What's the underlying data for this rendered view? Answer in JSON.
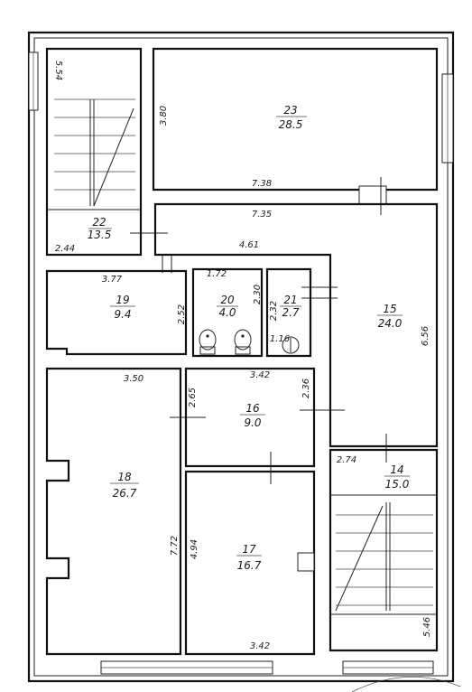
{
  "rooms": [
    {
      "id": "22",
      "area": "13.5"
    },
    {
      "id": "23",
      "area": "28.5"
    },
    {
      "id": "19",
      "area": "9.4"
    },
    {
      "id": "20",
      "area": "4.0"
    },
    {
      "id": "21",
      "area": "2.7"
    },
    {
      "id": "15",
      "area": "24.0"
    },
    {
      "id": "16",
      "area": "9.0"
    },
    {
      "id": "18",
      "area": "26.7"
    },
    {
      "id": "17",
      "area": "16.7"
    },
    {
      "id": "14",
      "area": "15.0"
    }
  ],
  "dimensions": {
    "d_5_54_top": "5.54",
    "d_3_80": "3.80",
    "d_7_38": "7.38",
    "d_7_35": "7.35",
    "d_2_44": "2.44",
    "d_4_61": "4.61",
    "d_3_77": "3.77",
    "d_1_72": "1.72",
    "d_2_30": "2.30",
    "d_2_32": "2.32",
    "d_2_52": "2.52",
    "d_1_16": "1.16",
    "d_6_56": "6.56",
    "d_3_50": "3.50",
    "d_3_42_mid": "3.42",
    "d_2_65": "2.65",
    "d_2_36": "2.36",
    "d_2_74": "2.74",
    "d_7_72": "7.72",
    "d_4_94": "4.94",
    "d_3_42_bottom": "3.42",
    "d_5_46_bottom": "5.46"
  }
}
